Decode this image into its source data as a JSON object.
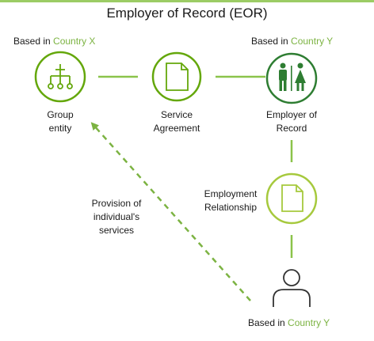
{
  "title": "Employer of Record (EOR)",
  "colors": {
    "primary_green": "#64a70b",
    "light_green": "#a6c93d",
    "dark_green": "#2e7d32",
    "accent_text": "#7cb342",
    "person_outline": "#333333",
    "top_rule": "#9ccc65"
  },
  "group_entity": {
    "based_prefix": "Based in ",
    "country": "Country X",
    "label_line1": "Group",
    "label_line2": "entity",
    "icon": "org-hierarchy-icon"
  },
  "service_agreement": {
    "label_line1": "Service",
    "label_line2": "Agreement",
    "icon": "document-icon"
  },
  "employer_of_record": {
    "based_prefix": "Based in ",
    "country": "Country Y",
    "label_line1": "Employer of",
    "label_line2": "Record",
    "icon": "restroom-people-icon"
  },
  "employment_relationship": {
    "label_line1": "Employment",
    "label_line2": "Relationship",
    "icon": "document-icon"
  },
  "individual": {
    "based_prefix": "Based in ",
    "country": "Country Y",
    "icon": "person-icon"
  },
  "provision": {
    "line1": "Provision of",
    "line2": "individual's",
    "line3": "services"
  }
}
